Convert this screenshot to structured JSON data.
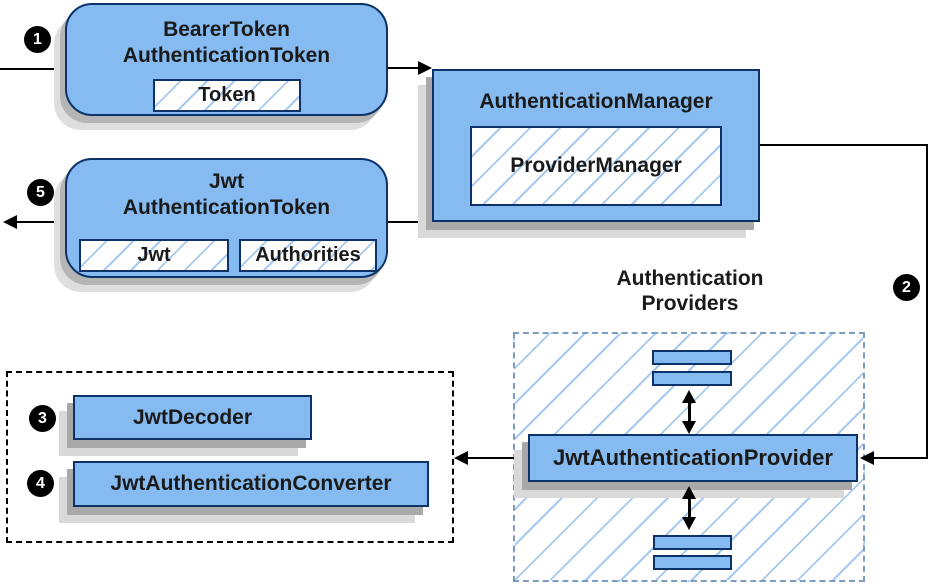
{
  "heading": {
    "line1": "Authentication",
    "line2": "Providers"
  },
  "nodes": {
    "bearer_token": {
      "line1": "BearerToken",
      "line2": "AuthenticationToken",
      "chip": "Token"
    },
    "authentication_manager": {
      "title": "AuthenticationManager",
      "inner": "ProviderManager"
    },
    "jwt_authentication_token": {
      "line1": "Jwt",
      "line2": "AuthenticationToken",
      "chips": [
        "Jwt",
        "Authorities"
      ]
    },
    "jwt_authentication_provider": {
      "label": "JwtAuthenticationProvider"
    },
    "jwt_decoder": {
      "label": "JwtDecoder"
    },
    "jwt_authentication_converter": {
      "label": "JwtAuthenticationConverter"
    }
  },
  "badges": {
    "step1": "1",
    "step2": "2",
    "step3": "3",
    "step4": "4",
    "step5": "5"
  },
  "colors": {
    "node_fill": "#85BBF0",
    "node_border": "#0d3268",
    "hatch_line": "#a5c9f0",
    "group_border": "#7d9cc4",
    "outer_group_border": "#000000",
    "arrow": "#000000",
    "shadow": "#a9a9a9",
    "text": "#1a1a1a",
    "background": "#ffffff"
  }
}
